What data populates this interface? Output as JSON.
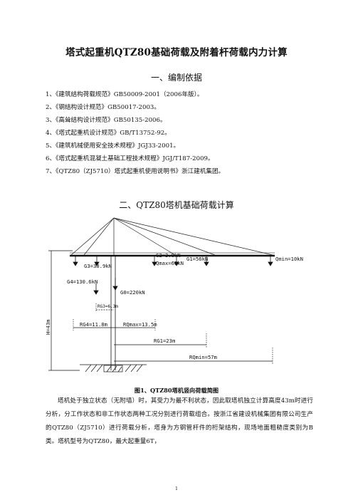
{
  "document": {
    "title": "塔式起重机QTZ80基础荷载及附着杆荷载内力计算",
    "section1": {
      "heading": "一、编制依据",
      "references": [
        "1、《建筑结构荷载规范》GB50009-2001（2006年版）。",
        "2、《钢结构设计规范》GB50017-2003。",
        "3、《高耸结构设计规范》GB50135-2006。",
        "4、《塔式起重机设计规范》GB/T13752-92。",
        "5、《建筑机械使用安全技术规程》JGJ33-2001。",
        "6、《塔式起重机混凝土基础工程技术规程》JGJ/T187-2009。",
        "7、《QTZ80（ZJ5710）塔式起重机使用说明书》浙江建机集团。"
      ]
    },
    "section2": {
      "heading": "二、QTZ80塔机基础荷载计算"
    },
    "figure": {
      "labels": {
        "g3": "G3=38.9kN",
        "g2": "G2=3.8kN",
        "qmax": "Qmax=60kN",
        "g1": "G1=56kN",
        "qmin": "Qmin=10kN",
        "g4": "G4=130.6kN",
        "g0": "G0=220kN",
        "h": "H=43m",
        "rg3": "RG3=6.3m",
        "rg4": "RG4=11.8m",
        "rqmax": "RQmax=13.5m",
        "rg1": "RG1=23m",
        "rqmin": "RQmin=57m"
      },
      "caption": "图1、QTZ80塔机竖向荷载简图"
    },
    "paragraph": "塔机处于独立状态（无附墙）时，其受力为最不利状态，因此取塔机独立计算高度43m时进行分析，分工作状态和非工作状态两种工况分别进行荷载组合。按浙江省建设机械集团有限公司生产的QTZ80（ZJ5710）进行荷载分析，塔身为方钢管杆件的桁架结构，现场地面粗糙度类别为B类。塔机型号为QTZ80，最大起重量6T，",
    "page_number": "1"
  }
}
